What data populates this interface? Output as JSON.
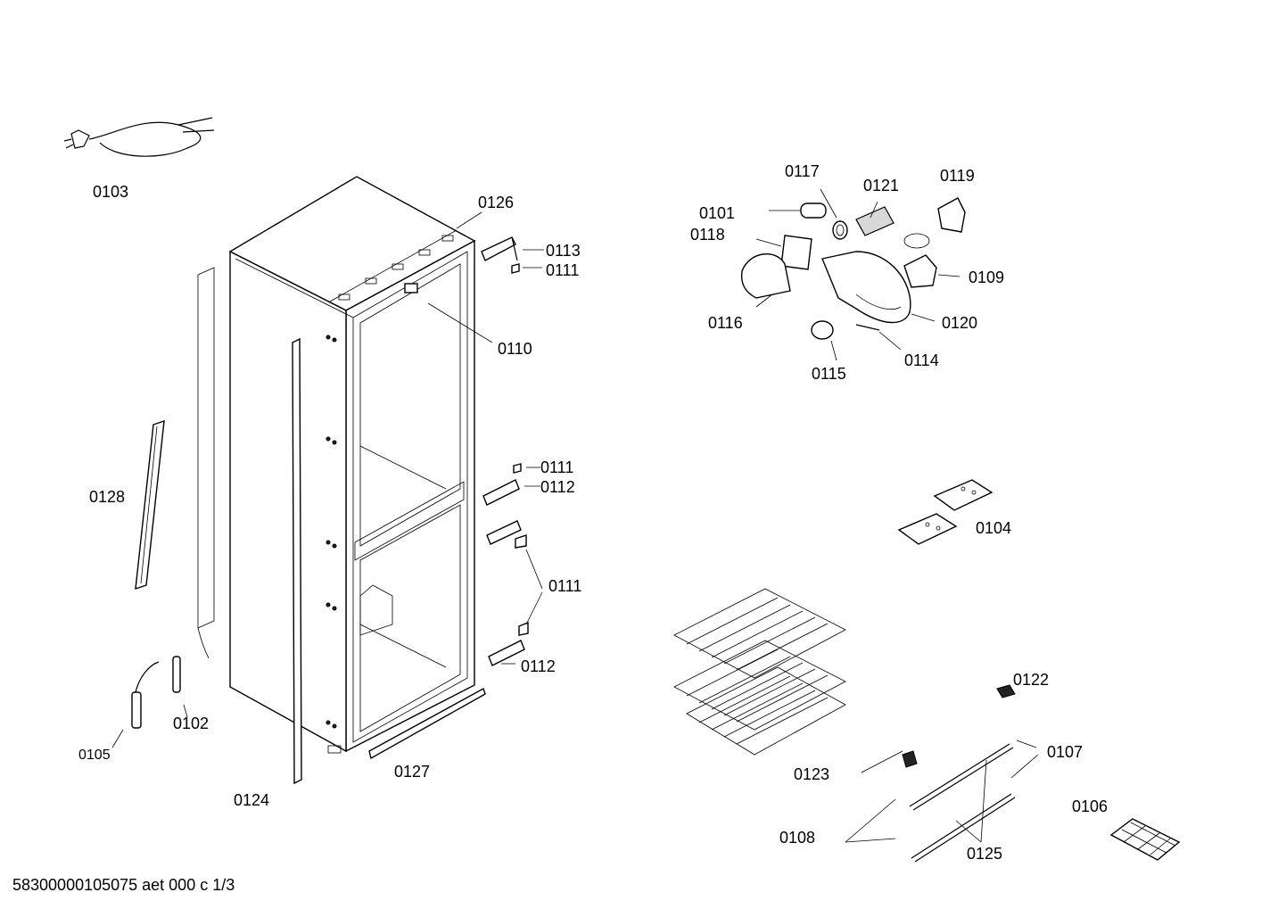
{
  "labels": {
    "p0103": "0103",
    "p0126": "0126",
    "p0113": "0113",
    "p0111a": "0111",
    "p0110": "0110",
    "p0111b": "0111",
    "p0112a": "0112",
    "p0111c": "0111",
    "p0112b": "0112",
    "p0128": "0128",
    "p0105": "0105",
    "p0102": "0102",
    "p0124": "0124",
    "p0127": "0127",
    "p0117": "0117",
    "p0121": "0121",
    "p0119": "0119",
    "p0101": "0101",
    "p0118": "0118",
    "p0109": "0109",
    "p0116": "0116",
    "p0120": "0120",
    "p0114": "0114",
    "p0115": "0115",
    "p0104": "0104",
    "p0122": "0122",
    "p0107": "0107",
    "p0123": "0123",
    "p0106": "0106",
    "p0108": "0108",
    "p0125": "0125"
  },
  "footer": {
    "code": "58300000105075 aet 000 c 1/3"
  }
}
